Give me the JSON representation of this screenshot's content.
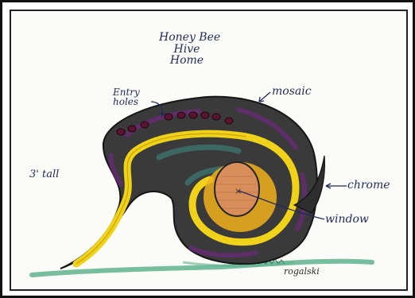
{
  "title_lines": [
    "Honey Bee",
    "Hive",
    "Home"
  ],
  "labels": {
    "entry_holes": [
      "Entry",
      "holes"
    ],
    "mosaic": "mosaic",
    "height": "3' tall",
    "chrome": "chrome",
    "window": "window",
    "signature": "rogalski"
  },
  "colors": {
    "body": "#3a3a3a",
    "yellow_stripe": "#f0d21a",
    "purple_accent": "#6c2a7c",
    "teal_accent": "#3f8f86",
    "window_wood": "#d98e5a",
    "grass": "#5fb38f",
    "ink": "#1f2a5a"
  }
}
